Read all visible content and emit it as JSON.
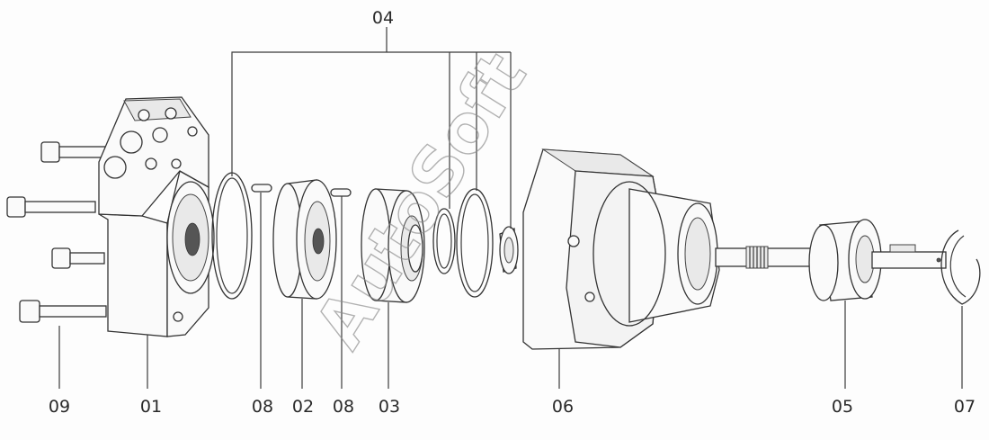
{
  "diagram": {
    "title": "",
    "watermark": "AutoSoft",
    "labels": {
      "p04": "04",
      "p09": "09",
      "p01": "01",
      "p08a": "08",
      "p02": "02",
      "p08b": "08",
      "p03": "03",
      "p06": "06",
      "p05": "05",
      "p07": "07"
    },
    "style": {
      "line": "#3a3a3a",
      "watermark": "#8a8a8a",
      "background": "#fdfdfd"
    }
  }
}
